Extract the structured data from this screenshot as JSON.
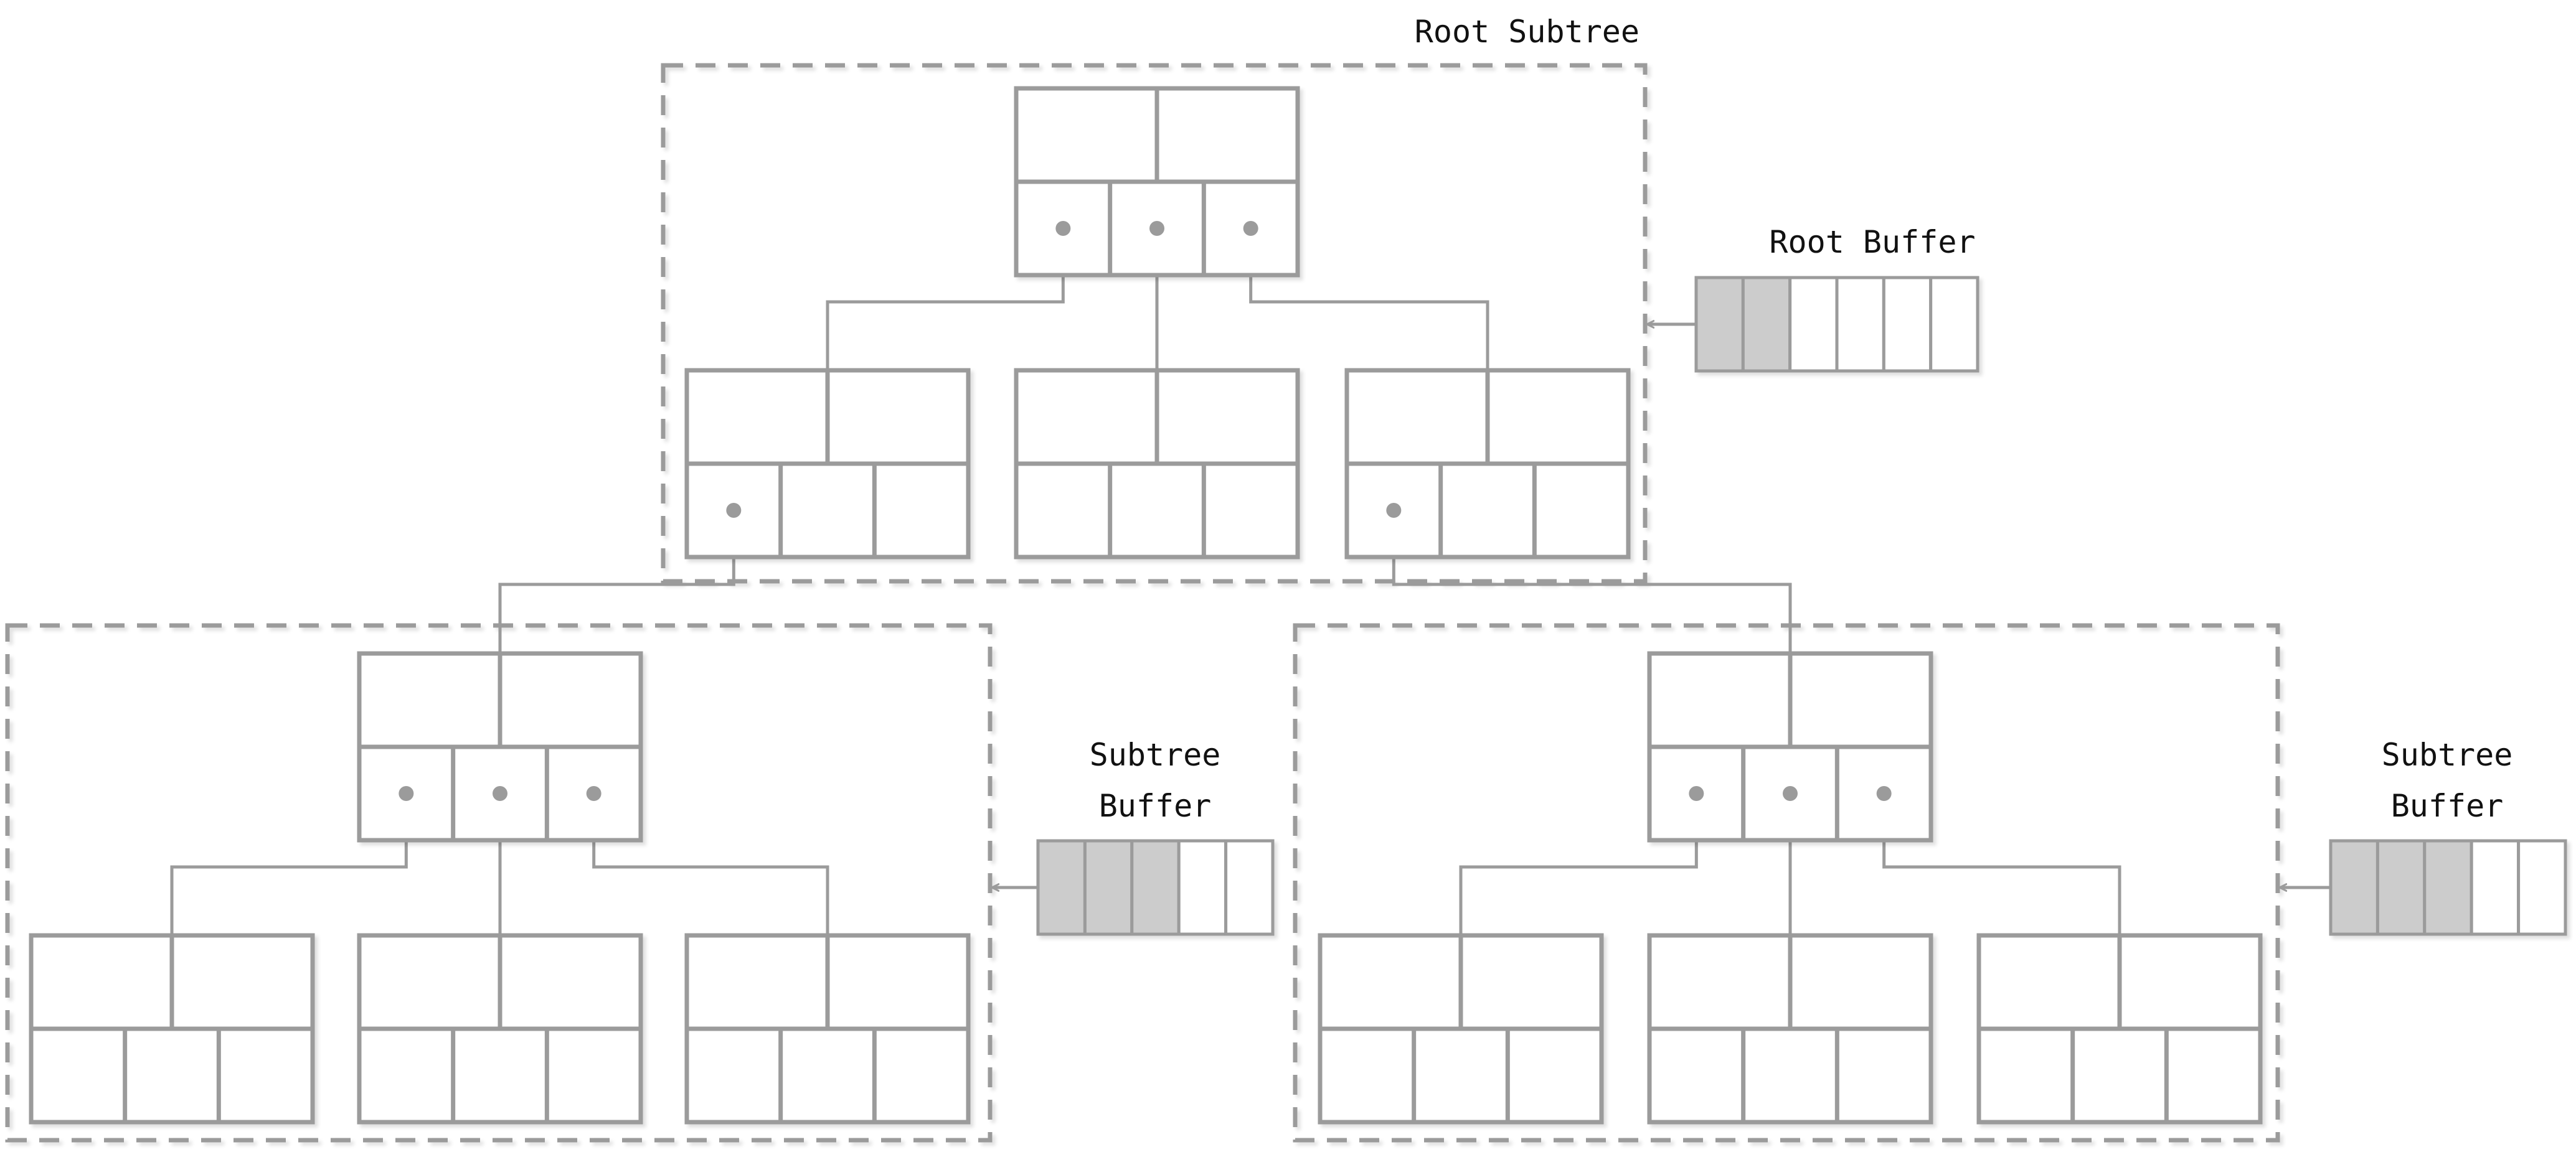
{
  "labels": {
    "root_subtree": "Root Subtree",
    "root_buffer": "Root Buffer",
    "subtree_buffer_line1": "Subtree",
    "subtree_buffer_line2": "Buffer"
  },
  "colors": {
    "stroke": "#9b9b9b",
    "buffer_fill": "#cccccc",
    "text": "#111111",
    "background": "#ffffff"
  },
  "tree": {
    "node_keys": 2,
    "node_pointers": 3
  },
  "buffers": {
    "root": {
      "slots": 6,
      "filled": 2
    },
    "left_subtree": {
      "slots": 5,
      "filled": 3
    },
    "right_subtree": {
      "slots": 5,
      "filled": 3
    }
  }
}
